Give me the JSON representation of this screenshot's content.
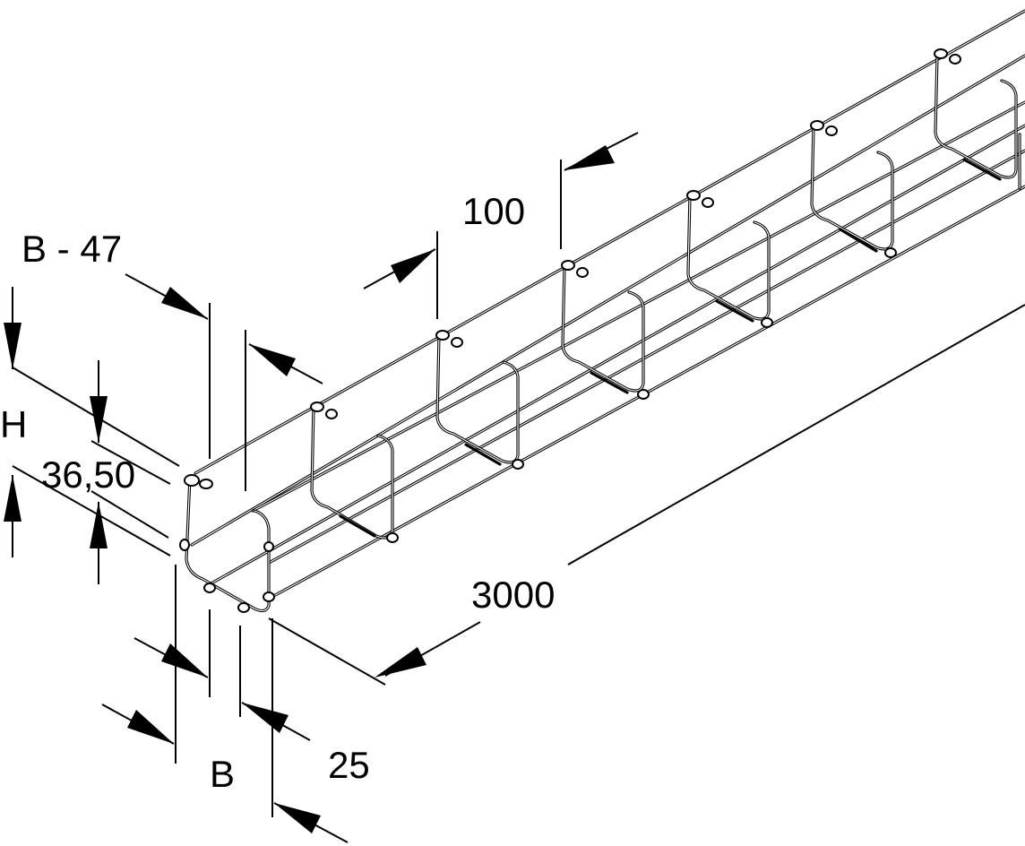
{
  "dimensions": {
    "inner_width": "B - 47",
    "mesh_pitch": "100",
    "height": "H",
    "lower_height": "36,50",
    "length": "3000",
    "width": "B",
    "spacing": "25"
  },
  "colors": {
    "ink": "#000000",
    "background": "#ffffff"
  }
}
